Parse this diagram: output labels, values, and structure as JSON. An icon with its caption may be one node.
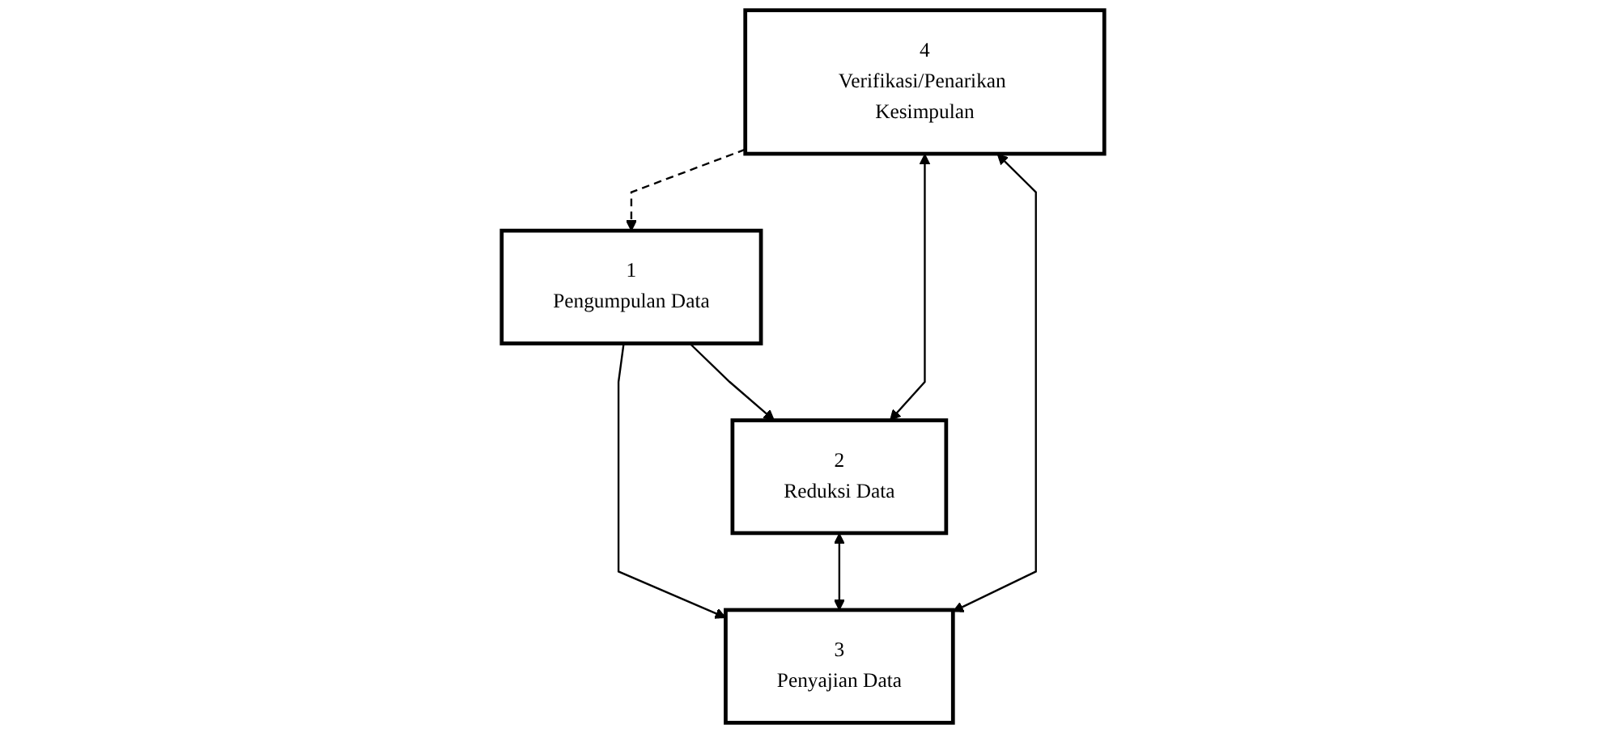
{
  "diagram": {
    "nodes": [
      {
        "text": [
          "1",
          "Pengumpulan Data"
        ]
      },
      {
        "text": [
          "2",
          "Reduksi Data"
        ]
      },
      {
        "text": [
          "3",
          "Penyajian Data"
        ]
      },
      {
        "text": [
          "4",
          "Verifikasi/Penarikan Kesimpulan"
        ]
      }
    ],
    "edges": [
      {
        "from": 0,
        "to": 1,
        "arrow": "to"
      },
      {
        "from": 0,
        "to": 2,
        "arrow": "to"
      },
      {
        "from": 1,
        "to": 2,
        "arrow": "both"
      },
      {
        "from": 3,
        "to": 1,
        "arrow": "both"
      },
      {
        "from": 3,
        "to": 2,
        "arrow": "both"
      },
      {
        "from": 3,
        "to": 0,
        "arrow": "to",
        "style": "dashed"
      }
    ]
  }
}
